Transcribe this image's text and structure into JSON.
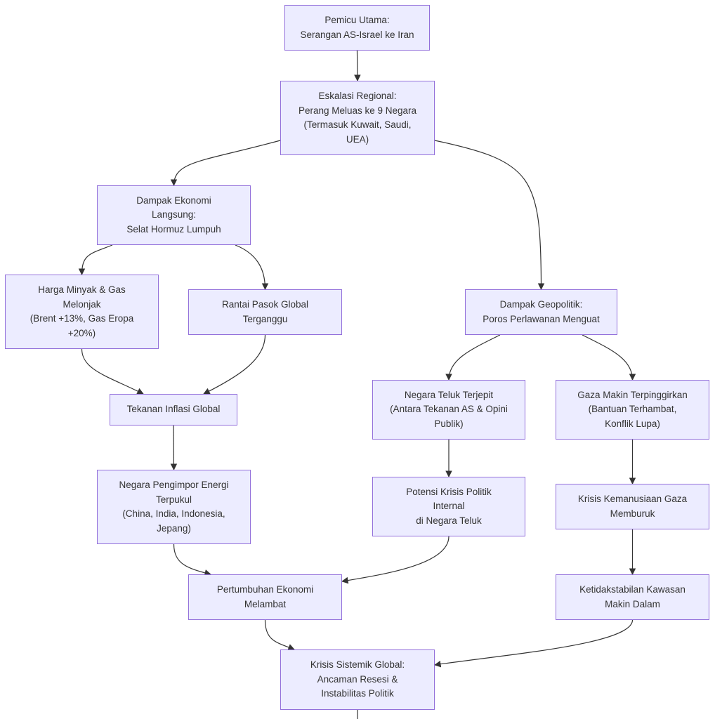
{
  "colors": {
    "node_fill": "#ececff",
    "node_border": "#9370db",
    "text": "#333333",
    "edge": "#333333"
  },
  "nodes": {
    "trigger": "Pemicu Utama:\nSerangan AS-Israel ke Iran",
    "escalation": "Eskalasi Regional:\nPerang Meluas ke 9 Negara\n(Termasuk Kuwait, Saudi,\nUEA)",
    "economic": "Dampak Ekonomi\nLangsung:\nSelat Hormuz Lumpuh",
    "geopolitical": "Dampak Geopolitik:\nPoros Perlawanan Menguat",
    "oil_gas": "Harga Minyak & Gas\nMelonjak\n(Brent +13%, Gas Eropa\n+20%)",
    "supply_chain": "Rantai Pasok Global\nTerganggu",
    "gulf_squeezed": "Negara Teluk Terjepit\n(Antara Tekanan AS & Opini\nPublik)",
    "gaza_marginalized": "Gaza Makin Terpinggirkan\n(Bantuan Terhambat,\nKonflik Lupa)",
    "inflation": "Tekanan Inflasi Global",
    "importers": "Negara Pengimpor Energi\nTerpukul\n(China, India, Indonesia,\nJepang)",
    "gulf_crisis": "Potensi Krisis Politik\nInternal\ndi Negara Teluk",
    "gaza_crisis": "Krisis Kemanusiaan Gaza\nMemburuk",
    "growth_slow": "Pertumbuhan Ekonomi\nMelambat",
    "instability": "Ketidakstabilan Kawasan\nMakin Dalam",
    "systemic": "Krisis Sistemik Global:\nAncaman Resesi &\nInstabilitas Politik"
  },
  "edges": [
    [
      "trigger",
      "escalation"
    ],
    [
      "escalation",
      "economic"
    ],
    [
      "escalation",
      "geopolitical"
    ],
    [
      "economic",
      "oil_gas"
    ],
    [
      "economic",
      "supply_chain"
    ],
    [
      "geopolitical",
      "gulf_squeezed"
    ],
    [
      "geopolitical",
      "gaza_marginalized"
    ],
    [
      "oil_gas",
      "inflation"
    ],
    [
      "supply_chain",
      "inflation"
    ],
    [
      "inflation",
      "importers"
    ],
    [
      "gulf_squeezed",
      "gulf_crisis"
    ],
    [
      "gaza_marginalized",
      "gaza_crisis"
    ],
    [
      "importers",
      "growth_slow"
    ],
    [
      "gulf_crisis",
      "growth_slow"
    ],
    [
      "gaza_crisis",
      "instability"
    ],
    [
      "growth_slow",
      "systemic"
    ],
    [
      "instability",
      "systemic"
    ],
    [
      "systemic",
      "next"
    ]
  ]
}
